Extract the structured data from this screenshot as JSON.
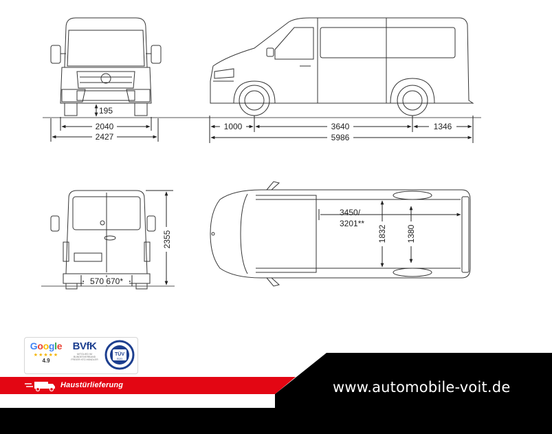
{
  "dimensions": {
    "front": {
      "ground_clearance": "195",
      "track_width": "2040",
      "overall_width": "2427"
    },
    "side": {
      "front_overhang": "1000",
      "wheelbase": "3640",
      "rear_overhang": "1346",
      "overall_length": "5986"
    },
    "rear": {
      "overall_height": "2355",
      "door_opening": "570 670*"
    },
    "top": {
      "cargo_length_line1": "3450/",
      "cargo_length_line2": "3201**",
      "cargo_width": "1832",
      "cargo_width_between_arches": "1380"
    }
  },
  "badges": {
    "google": {
      "word": "Google",
      "stars": "★★★★★",
      "rating": "4.9"
    },
    "bvfk": {
      "word": "BVfK",
      "subtext": "MITGLIED IM BUNDESVERBAND FREIER KFZ-HÄNDLER"
    },
    "tuv": {
      "word": "TÜV",
      "sub": "SÜD"
    }
  },
  "delivery": {
    "label": "Haustürlieferung",
    "icon": "truck-icon"
  },
  "website": {
    "url": "www.automobile-voit.de"
  },
  "colors": {
    "brand_red": "#e30613",
    "footer_black": "#000000"
  }
}
